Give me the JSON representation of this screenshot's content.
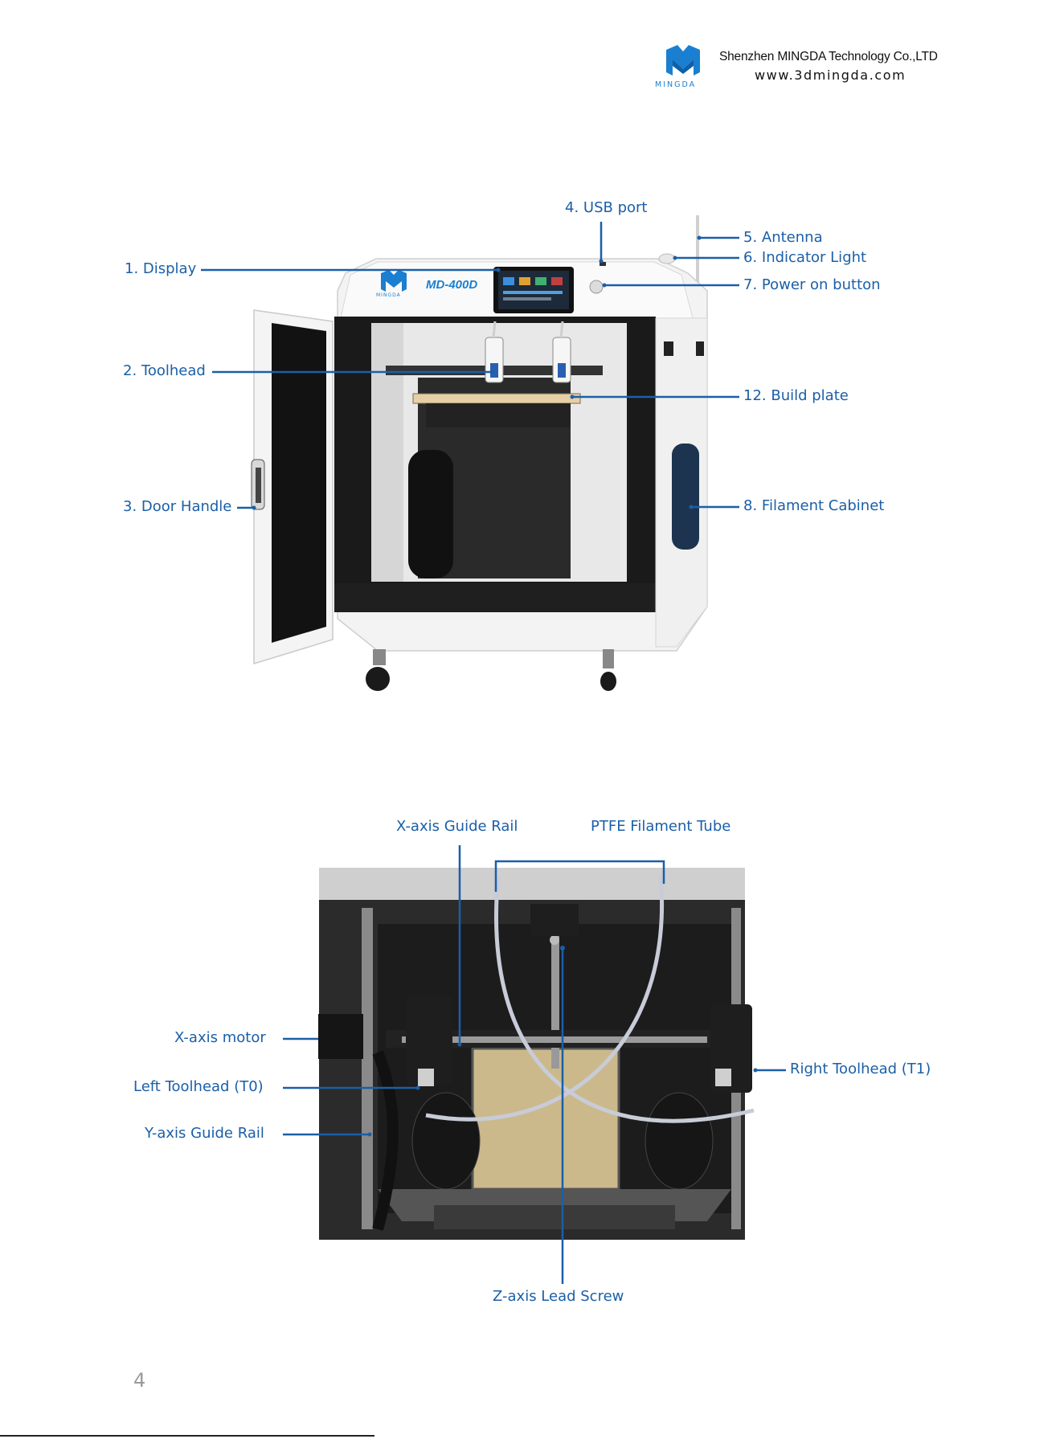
{
  "header": {
    "company": "Shenzhen MINGDA Technology Co.,LTD",
    "website": "www.3dmingda.com",
    "logo_text": "MINGDA"
  },
  "figure1": {
    "model_badge": "MD-400D",
    "logo_text": "MINGDA",
    "labels": {
      "display": "1. Display",
      "toolhead": "2. Toolhead",
      "door_handle": "3. Door Handle",
      "usb_port": "4. USB port",
      "antenna": "5. Antenna",
      "indicator_light": "6. Indicator Light",
      "power_button": "7. Power on button",
      "filament_cabinet": "8. Filament Cabinet",
      "build_plate": "12. Build plate"
    }
  },
  "figure2": {
    "labels": {
      "x_rail": "X-axis Guide Rail",
      "ptfe": "PTFE Filament Tube",
      "x_motor": "X-axis motor",
      "left_toolhead": "Left Toolhead (T0)",
      "y_rail": "Y-axis Guide Rail",
      "right_toolhead": "Right Toolhead (T1)",
      "z_screw": "Z-axis Lead Screw"
    }
  },
  "footer": {
    "page_number": "4"
  },
  "colors": {
    "callout": "#1b5fa8",
    "brand_blue": "#1a7fd0"
  }
}
